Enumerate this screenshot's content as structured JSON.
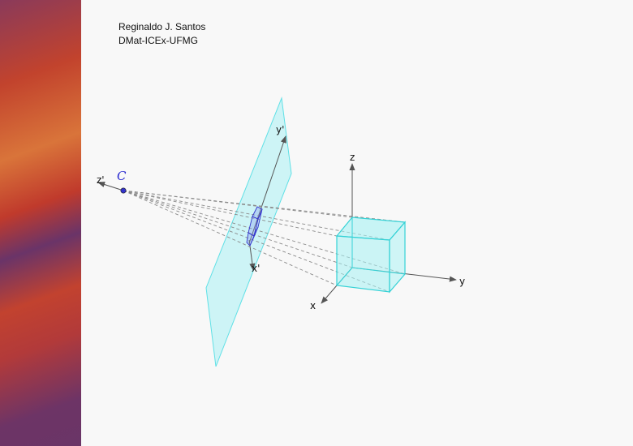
{
  "author": {
    "name": "Reginaldo J. Santos",
    "affiliation": "DMat-ICEx-UFMG"
  },
  "labels": {
    "x": "x",
    "y": "y",
    "z": "z",
    "x_prime": "x'",
    "y_prime": "y'",
    "z_prime": "z'",
    "center": "C"
  },
  "colors": {
    "plane": "#bff3f5",
    "cube": "#35d2d6",
    "projection": "#3333cc",
    "rays": "#888888",
    "axis": "#555555"
  }
}
